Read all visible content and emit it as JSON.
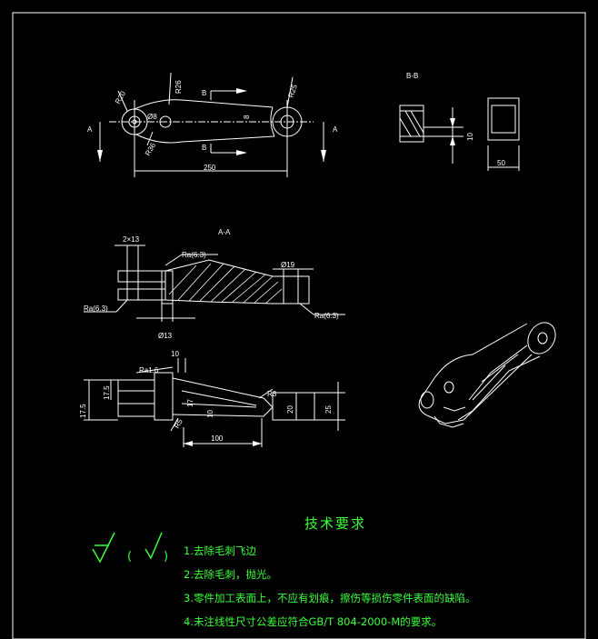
{
  "view_top": {
    "dims": {
      "r20": "R20",
      "r26": "R26",
      "r25": "R25",
      "r36": "R36",
      "len": "250",
      "phi8": "Ø8",
      "d8": "8",
      "arrow_a": "A",
      "arrow_b": "B"
    }
  },
  "view_bb": {
    "title": "B-B",
    "dim_height": "10",
    "dim_width": "50"
  },
  "view_aa": {
    "title": "A-A",
    "dim_2x13": "2×13",
    "dim_phi19": "Ø19",
    "dim_phi13": "Ø13",
    "roughness_1": "Ra(6.3)",
    "roughness_2": "Ra(6.3)",
    "roughness_3": "Ra(6.3)"
  },
  "view_front": {
    "dim_10": "10",
    "ra": "Ra1.6",
    "dim_17_5a": "17.5",
    "dim_17_5b": "17.5",
    "dim_17": "17",
    "dim_10v": "10",
    "dim_100": "100",
    "dim_r3": "R3",
    "dim_r5": "R5",
    "dim_20": "20",
    "dim_25": "25"
  },
  "tech": {
    "title": "技术要求",
    "symbol_paren_open": "(",
    "symbol_paren_close": ")",
    "items": [
      "1.去除毛刺飞边",
      "2.去除毛刺，抛光。",
      "3.零件加工表面上，不应有划痕，擦伤等损伤零件表面的缺陷。",
      "4.未注线性尺寸公差应符合GB/T 804-2000-M的要求。"
    ]
  }
}
